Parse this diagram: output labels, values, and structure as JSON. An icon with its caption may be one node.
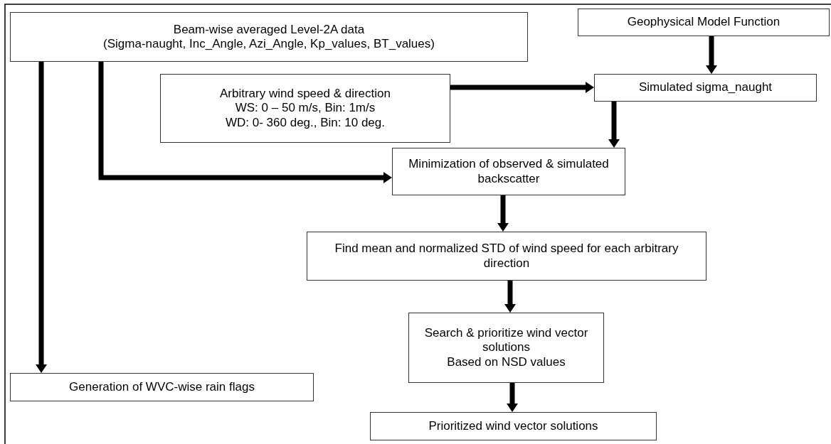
{
  "diagram": {
    "nodes": [
      {
        "text": [
          "Beam-wise averaged Level-2A data",
          "(Sigma-naught, Inc_Angle, Azi_Angle, Kp_values, BT_values)"
        ]
      },
      {
        "text": [
          "Geophysical Model Function"
        ]
      },
      {
        "text": [
          "Arbitrary wind speed & direction",
          "WS: 0 – 50 m/s, Bin: 1m/s",
          "WD: 0- 360 deg., Bin: 10 deg."
        ]
      },
      {
        "text": [
          "Simulated sigma_naught"
        ]
      },
      {
        "text": [
          "Minimization of observed & simulated backscatter"
        ]
      },
      {
        "text": [
          "Find mean and normalized STD of wind speed for each arbitrary direction"
        ]
      },
      {
        "text": [
          "Search & prioritize wind vector solutions",
          "Based on NSD values"
        ]
      },
      {
        "text": [
          "Generation of WVC-wise rain flags"
        ]
      },
      {
        "text": [
          "Prioritized wind vector solutions"
        ]
      }
    ],
    "edges": [
      {
        "from": 0,
        "to": 7,
        "arrow": "to"
      },
      {
        "from": 0,
        "to": 4,
        "arrow": "to"
      },
      {
        "from": 2,
        "to": 3,
        "arrow": "to"
      },
      {
        "from": 1,
        "to": 3,
        "arrow": "to"
      },
      {
        "from": 3,
        "to": 4,
        "arrow": "to"
      },
      {
        "from": 4,
        "to": 5,
        "arrow": "to"
      },
      {
        "from": 5,
        "to": 6,
        "arrow": "to"
      },
      {
        "from": 6,
        "to": 8,
        "arrow": "to"
      }
    ]
  }
}
